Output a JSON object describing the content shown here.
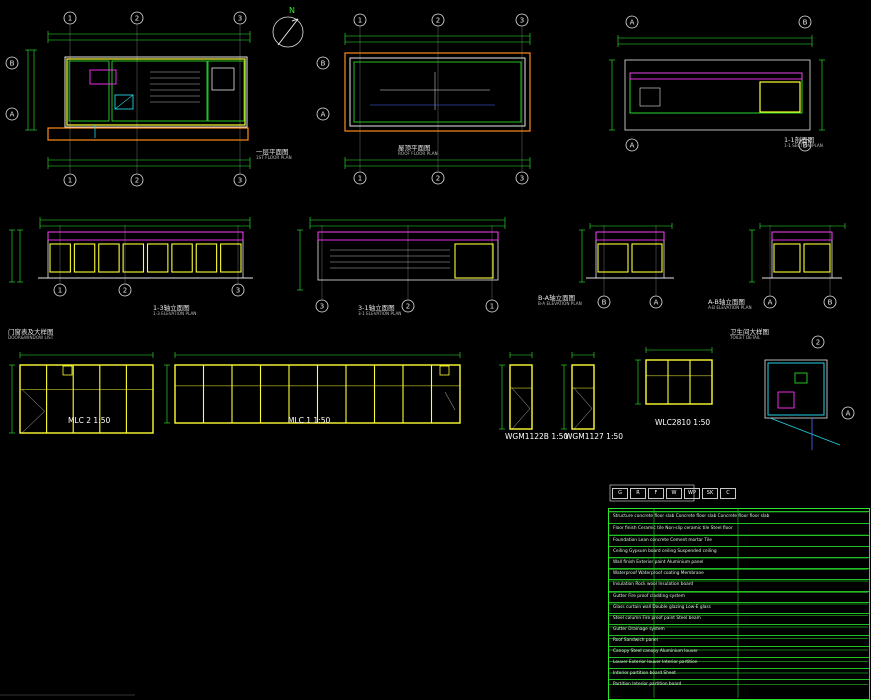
{
  "drawing": {
    "north_label": "N",
    "grid_labels_h": [
      "1",
      "2",
      "3"
    ],
    "grid_labels_v": [
      "A",
      "B"
    ],
    "views": [
      {
        "id": "first-floor-plan",
        "title": "一层平面图",
        "sub": "1ST FLOOR PLAN"
      },
      {
        "id": "roof-plan",
        "title": "屋顶平面图",
        "sub": "ROOF FLOOR PLAN"
      },
      {
        "id": "section-1-1",
        "title": "1-1剖面图",
        "sub": "1-1 SECTION PLAN"
      },
      {
        "id": "elevation-1-3",
        "title": "1-3轴立面图",
        "sub": "1-3 ELEVATION PLAN"
      },
      {
        "id": "elevation-3-1",
        "title": "3-1轴立面图",
        "sub": "3-1 ELEVATION PLAN"
      },
      {
        "id": "elevation-b-a",
        "title": "B-A轴立面图",
        "sub": "B-A ELEVATION PLAN"
      },
      {
        "id": "elevation-a-b",
        "title": "A-B轴立面图",
        "sub": "A-B ELEVATION PLAN"
      },
      {
        "id": "door-window-list",
        "title": "门窗表及大样图",
        "sub": "DOOR&WINDOW LIST"
      },
      {
        "id": "toilet-detail",
        "title": "卫生间大样图",
        "sub": "TOILET DETAIL"
      }
    ],
    "window_codes": [
      "MLC 2 1:50",
      "MLC 1 1:50",
      "WGM1122B 1:50",
      "WGM1127 1:50",
      "WLC2810 1:50"
    ],
    "legend_chips": [
      "G",
      "R",
      "F",
      "W",
      "WP",
      "SK",
      "C"
    ],
    "spec_rows": [
      "Structure concrete floor slab    Concrete floor slab    Concrete floor floor slab",
      "Floor finish    Ceramic tile    Non-slip ceramic tile    Steel floor",
      "Foundation    Lean concrete    Cement mortar    Tile",
      "Ceiling    Gypsum board ceiling    Suspended ceiling",
      "Wall finish    Exterior paint    Aluminium panel",
      "Waterproof    Waterproof coating    Membrane",
      "Insulation    Rock wool    Insulation board",
      "Gutter    Fire proof cladding system",
      "Glass curtain wall    Double glazing    Low-E glass",
      "Steel column    Fire proof paint    Steel beam",
      "Gutter    Drainage system",
      "Roof    Sandwich panel",
      "Canopy    Steel canopy    Aluminium louver",
      "Louver    Exterior louver    Interior partition",
      "Interior partition board    Sheet",
      "Partition    Interior partition board"
    ]
  }
}
